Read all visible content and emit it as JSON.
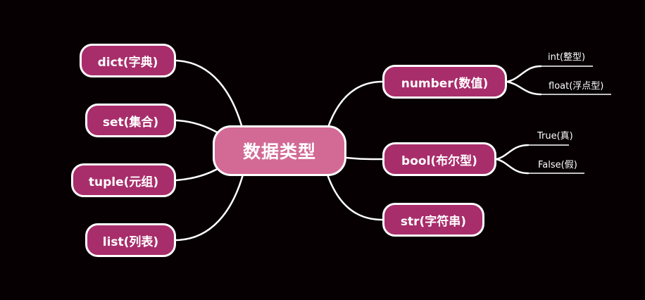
{
  "center": "数据类型",
  "left_branches": [
    {
      "label": "dict(字典)"
    },
    {
      "label": "set(集合)"
    },
    {
      "label": "tuple(元组)"
    },
    {
      "label": "list(列表)"
    }
  ],
  "right_branches": [
    {
      "label": "number(数值)",
      "children": [
        "int(整型)",
        "float(浮点型)"
      ]
    },
    {
      "label": "bool(布尔型)",
      "children": [
        "True(真)",
        "False(假)"
      ]
    },
    {
      "label": "str(字符串)",
      "children": []
    }
  ],
  "colors": {
    "background": "#060003",
    "center_fill": "#d26a95",
    "branch_fill": "#a82d6b",
    "outline": "#ffffff"
  }
}
